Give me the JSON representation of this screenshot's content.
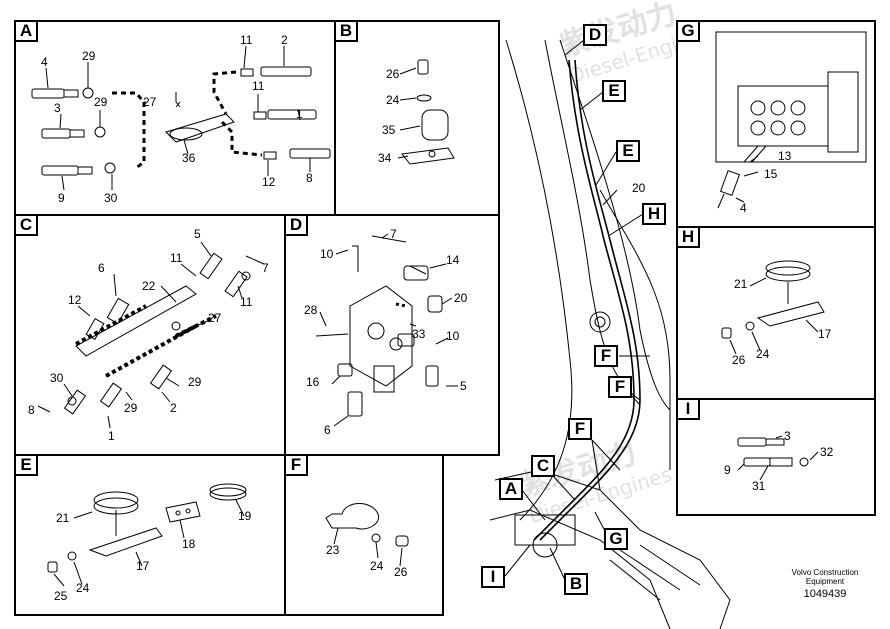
{
  "panels": {
    "A": {
      "tag": "A",
      "labels": [
        "4",
        "29",
        "3",
        "29",
        "27",
        "11",
        "2",
        "11",
        "1",
        "36",
        "9",
        "30",
        "12",
        "8"
      ]
    },
    "B": {
      "tag": "B",
      "labels": [
        "26",
        "24",
        "35",
        "34"
      ]
    },
    "C": {
      "tag": "C",
      "labels": [
        "5",
        "11",
        "6",
        "22",
        "7",
        "12",
        "11",
        "27",
        "30",
        "29",
        "8",
        "29",
        "2",
        "1"
      ]
    },
    "D": {
      "tag": "D",
      "labels": [
        "7",
        "10",
        "14",
        "20",
        "28",
        "33",
        "10",
        "16",
        "5",
        "6"
      ]
    },
    "E": {
      "tag": "E",
      "labels": [
        "21",
        "18",
        "19",
        "17",
        "24",
        "25"
      ]
    },
    "F": {
      "tag": "F",
      "labels": [
        "23",
        "24",
        "26"
      ]
    },
    "G": {
      "tag": "G",
      "labels": [
        "13",
        "15",
        "4"
      ]
    },
    "H": {
      "tag": "H",
      "labels": [
        "21",
        "17",
        "26",
        "24"
      ]
    },
    "I": {
      "tag": "I",
      "labels": [
        "3",
        "32",
        "9",
        "31"
      ]
    }
  },
  "main_view": {
    "callouts": [
      "D",
      "E",
      "E",
      "H",
      "F",
      "F",
      "F",
      "C",
      "A",
      "G",
      "I",
      "B"
    ],
    "labels": [
      "20"
    ]
  },
  "footer": {
    "line1": "Volvo Construction",
    "line2": "Equipment",
    "part_number": "1049439"
  },
  "watermark": {
    "brand": "紫发动力",
    "sub": "Diesel-Engines"
  }
}
